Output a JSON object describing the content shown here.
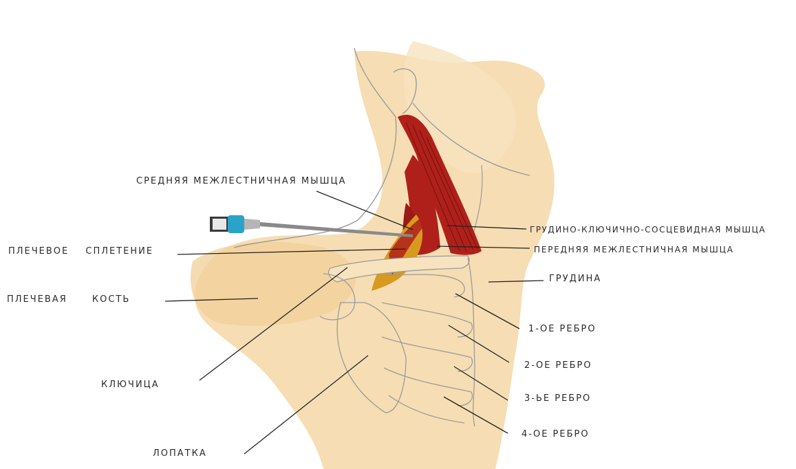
{
  "labels": {
    "middle_scalene": "СРЕДНЯЯ МЕЖЛЕСТНИЧНАЯ МЫШЦА",
    "scm": "ГРУДИНО-КЛЮЧИЧНО-СОСЦЕВИДНАЯ МЫШЦА",
    "anterior_scalene": "ПЕРЕДНЯЯ МЕЖЛЕСТНИЧНАЯ МЫШЦА",
    "brachial_plexus": "ПЛЕЧЕВОЕ СПЛЕТЕНИЕ",
    "sternum": "ГРУДИНА",
    "humerus": "ПЛЕЧЕВАЯ КОСТЬ",
    "rib1": "1-ОЕ РЕБРО",
    "rib2": "2-ОЕ РЕБРО",
    "clavicle": "КЛЮЧИЦА",
    "rib3": "3-ЬЕ РЕБРО",
    "rib4": "4-ОЕ РЕБРО",
    "scapula": "ЛОПАТКА"
  },
  "colors": {
    "skin": "#f5d7a6",
    "skin_light": "#f8e3bf",
    "muscle": "#b0201a",
    "muscle_dark": "#7a1410",
    "plexus": "#d79a1e",
    "needle_hub": "#2aa3c8",
    "outline": "#9b9b9b",
    "leader": "#222222"
  }
}
